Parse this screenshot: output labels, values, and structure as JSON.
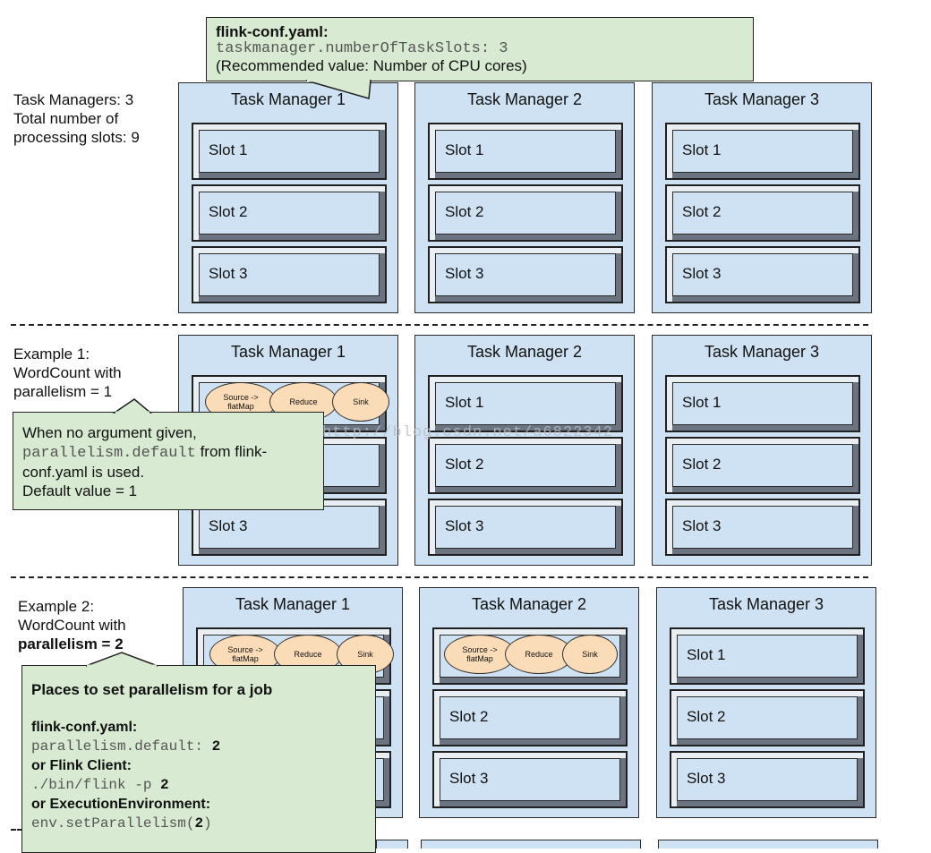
{
  "config_callout": {
    "title": "flink-conf.yaml:",
    "code": "taskmanager.numberOfTaskSlots: 3",
    "note": "(Recommended value: Number of CPU cores)"
  },
  "section_top": {
    "label_lines": [
      "Task Managers: 3",
      "Total number of",
      "processing slots: 9"
    ]
  },
  "example1": {
    "label_lines": [
      "Example 1:",
      "WordCount with",
      "parallelism = 1"
    ],
    "callout": {
      "line1": "When no argument given,",
      "code": "parallelism.default",
      "line2_rest": " from flink-",
      "line3": "conf.yaml is used.",
      "line4": "Default value = 1"
    }
  },
  "example2": {
    "label_line1": "Example 2:",
    "label_line2": "WordCount with",
    "label_bold": "parallelism = 2",
    "callout": {
      "heading": "Places to set parallelism for a job",
      "conf_label": "flink-conf.yaml:",
      "conf_code": "parallelism.default: ",
      "conf_value": "2",
      "client_label": "or Flink Client:",
      "client_code": "./bin/flink -p ",
      "client_value": "2",
      "env_label": "or ExecutionEnvironment:",
      "env_code_a": "env.setParallelism(",
      "env_value": "2",
      "env_code_b": ")"
    }
  },
  "watermark": "http://blog.csdn.net/a6822342",
  "task_manager_titles": [
    "Task Manager 1",
    "Task Manager 2",
    "Task Manager 3"
  ],
  "slot_labels": [
    "Slot 1",
    "Slot 2",
    "Slot 3"
  ],
  "operators": {
    "source": "Source -> flatMap",
    "reduce": "Reduce",
    "sink": "Sink"
  }
}
